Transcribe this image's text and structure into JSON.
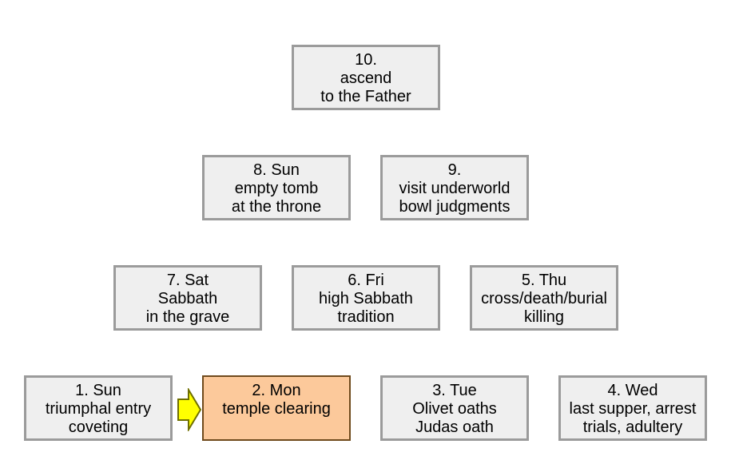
{
  "colors": {
    "box_fill": "#efefef",
    "box_border": "#9b9b9b",
    "highlight_fill": "#fcc99b",
    "highlight_border": "#6f4a1c",
    "arrow_fill": "#ffff00",
    "arrow_border": "#6f6f00"
  },
  "boxes": {
    "b10": {
      "line1": "10.",
      "line2": "ascend",
      "line3": "to the Father"
    },
    "b8": {
      "line1": "8. Sun",
      "line2": "empty tomb",
      "line3": "at the throne"
    },
    "b9": {
      "line1": "9.",
      "line2": "visit underworld",
      "line3": "bowl judgments"
    },
    "b7": {
      "line1": "7. Sat",
      "line2": "Sabbath",
      "line3": "in the grave"
    },
    "b6": {
      "line1": "6. Fri",
      "line2": "high Sabbath",
      "line3": "tradition"
    },
    "b5": {
      "line1": "5. Thu",
      "line2": "cross/death/burial",
      "line3": "killing"
    },
    "b1": {
      "line1": "1. Sun",
      "line2": "triumphal entry",
      "line3": "coveting"
    },
    "b2": {
      "line1": "2. Mon",
      "line2": "temple clearing",
      "line3": ""
    },
    "b3": {
      "line1": "3. Tue",
      "line2": "Olivet oaths",
      "line3": "Judas oath"
    },
    "b4": {
      "line1": "4. Wed",
      "line2": "last supper, arrest",
      "line3": "trials, adultery"
    }
  },
  "arrow": {
    "icon": "right-arrow-icon"
  }
}
